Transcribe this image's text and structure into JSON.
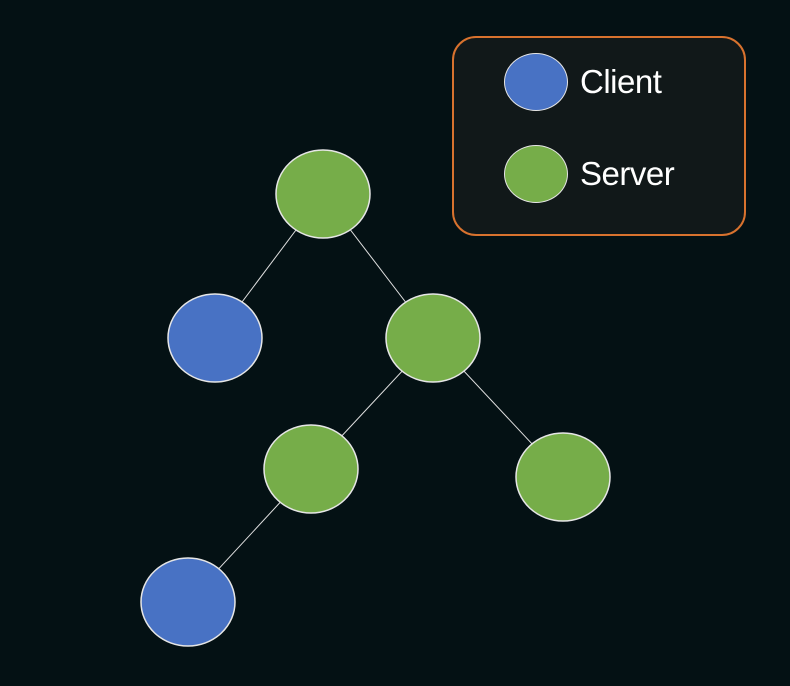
{
  "colors": {
    "background": "#041114",
    "client": "#4872c4",
    "server": "#76ad49",
    "node_outline": "#e6e6e6",
    "edge": "#e0e0e0",
    "legend_border": "#d8722e",
    "legend_background": "#111819"
  },
  "legend": {
    "items": [
      {
        "label": "Client",
        "type": "client"
      },
      {
        "label": "Server",
        "type": "server"
      }
    ]
  },
  "tree": {
    "nodes": [
      {
        "id": "root",
        "type": "server"
      },
      {
        "id": "root-left",
        "type": "client"
      },
      {
        "id": "root-right",
        "type": "server"
      },
      {
        "id": "mid-left",
        "type": "server"
      },
      {
        "id": "mid-right",
        "type": "server"
      },
      {
        "id": "bottom-left",
        "type": "client"
      }
    ],
    "edges": [
      [
        "root",
        "root-left"
      ],
      [
        "root",
        "root-right"
      ],
      [
        "root-right",
        "mid-left"
      ],
      [
        "root-right",
        "mid-right"
      ],
      [
        "mid-left",
        "bottom-left"
      ]
    ]
  }
}
